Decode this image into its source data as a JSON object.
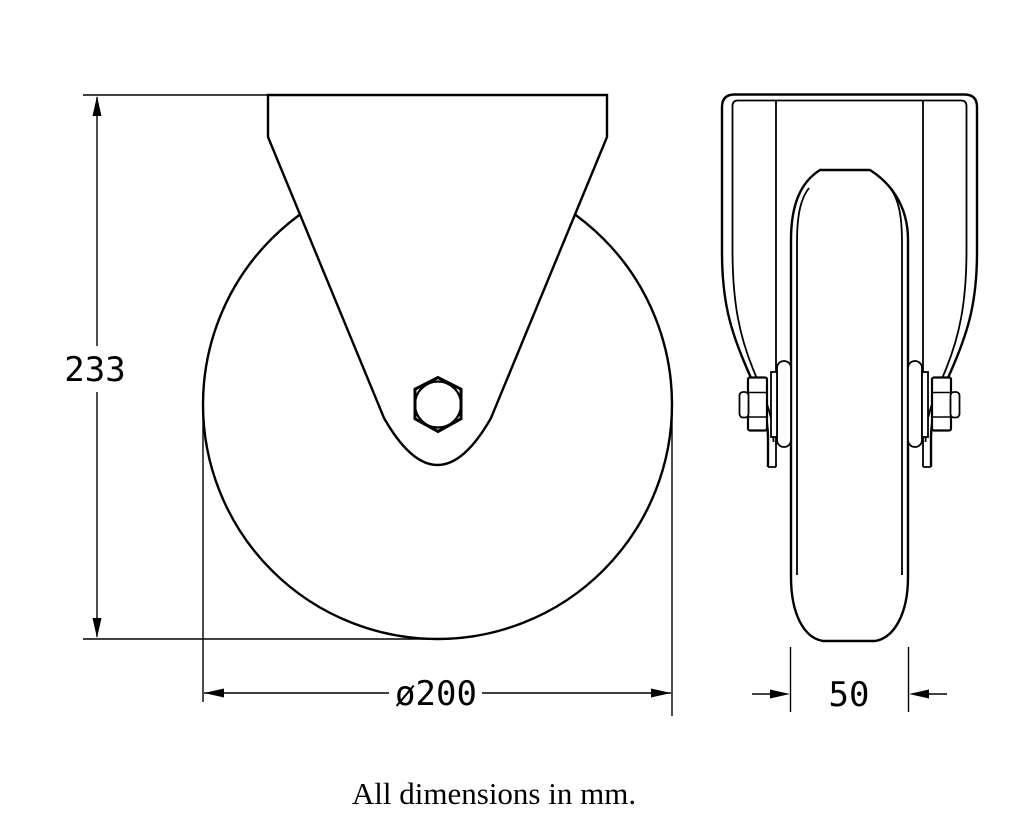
{
  "drawing": {
    "caption": "All dimensions in mm.",
    "dimensions": {
      "height": {
        "label": "233",
        "unit": "mm"
      },
      "wheel_diameter": {
        "label": "ø200",
        "unit": "mm"
      },
      "wheel_width": {
        "label": "50",
        "unit": "mm"
      }
    },
    "colors": {
      "line": "#000000",
      "background": "#ffffff"
    }
  }
}
